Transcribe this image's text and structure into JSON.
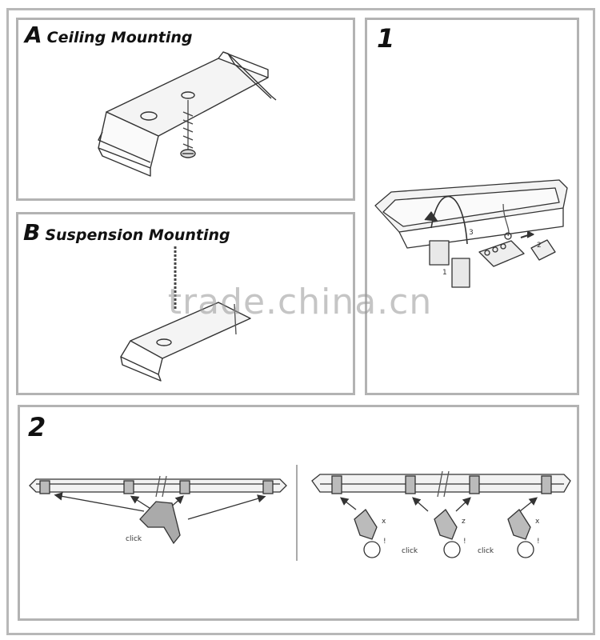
{
  "panel_a": {
    "letter": "A",
    "title": "Ceiling Mounting"
  },
  "panel_b": {
    "letter": "B",
    "title": "Suspension Mounting"
  },
  "panel_1": {
    "step": "1",
    "labels": [
      "3",
      "2",
      "1"
    ]
  },
  "panel_2": {
    "step": "2",
    "click_label": "click",
    "axis_labels": [
      "x",
      "z",
      "x"
    ],
    "warning_mark": "!"
  },
  "watermark": "trade.china.cn"
}
